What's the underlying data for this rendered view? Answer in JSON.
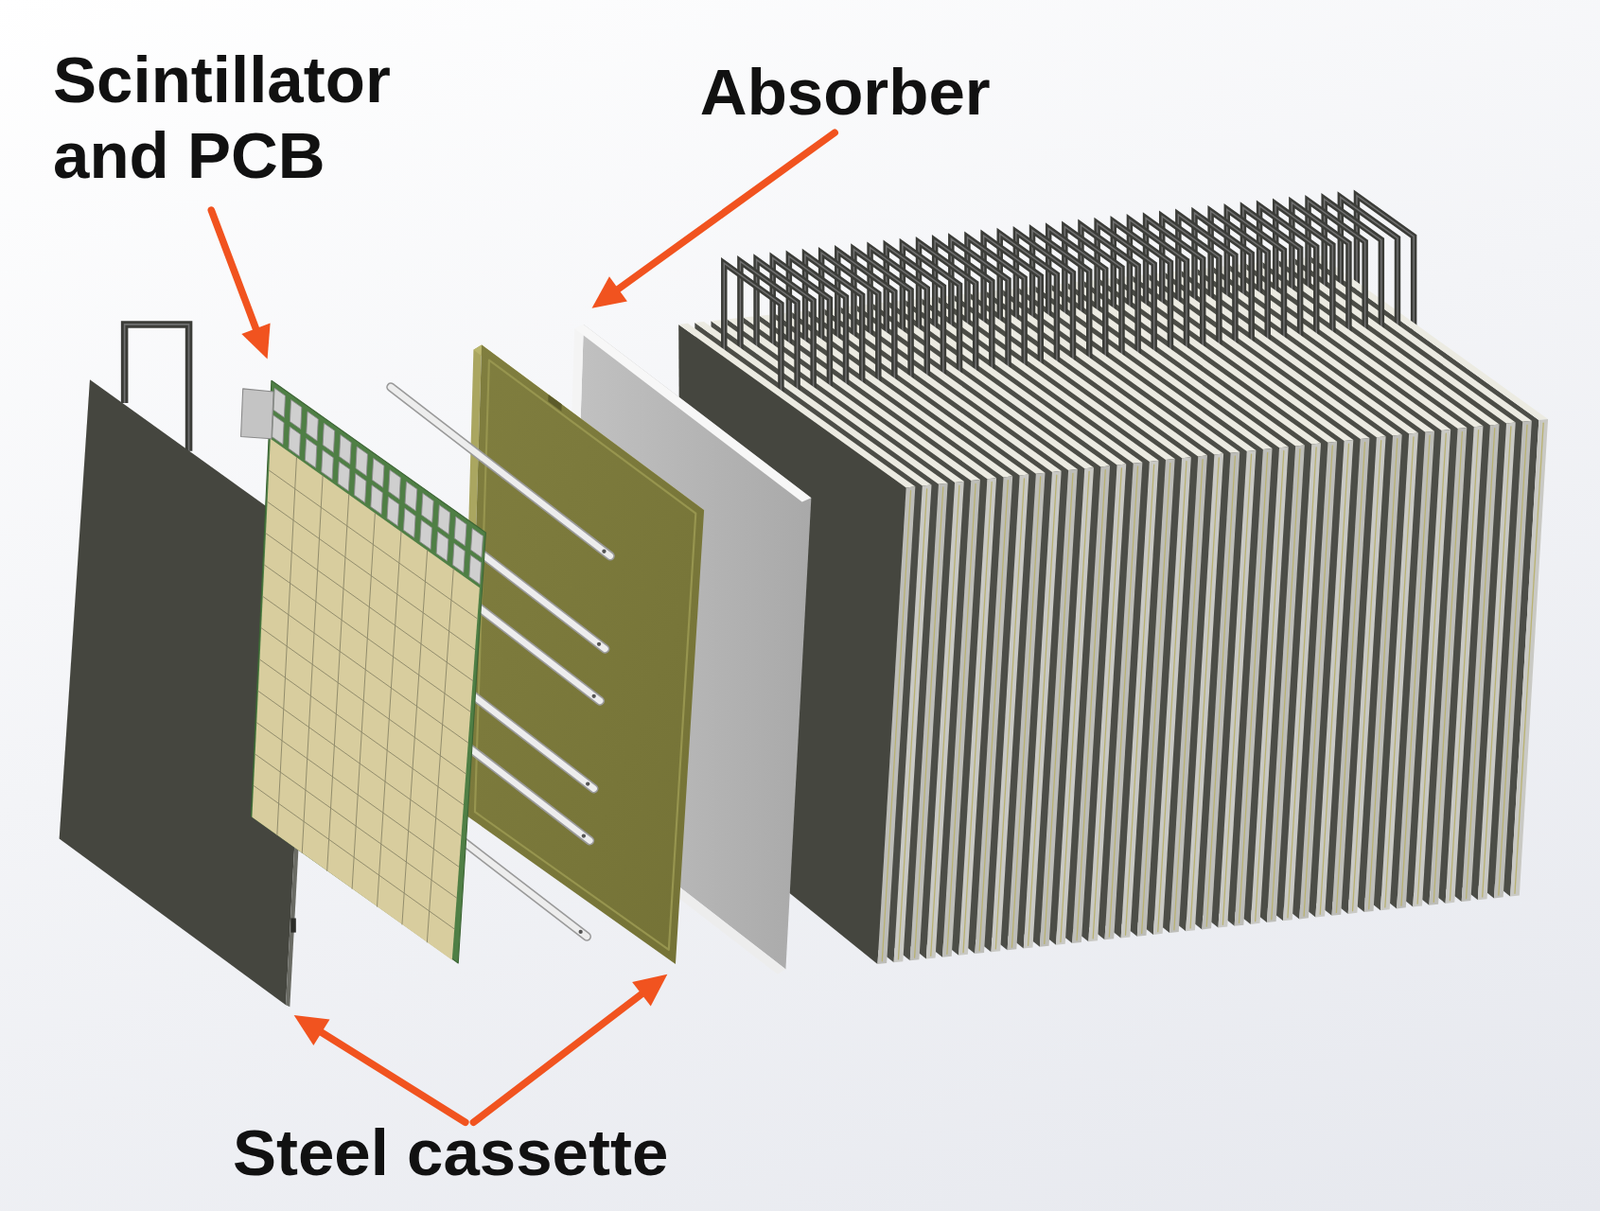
{
  "diagram": {
    "labels": [
      "Scintillator and PCB",
      "Absorber",
      "Steel cassette"
    ]
  }
}
